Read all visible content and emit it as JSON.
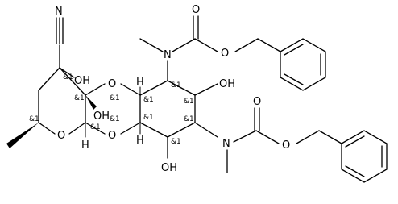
{
  "molecule": {
    "atoms": {
      "n_cyano": "N",
      "c_cyano": "C",
      "oh_top_left": "OH",
      "oh_center": "OH",
      "o_pyran": "O",
      "o_ring_upper": "O",
      "o_ring_lower": "O",
      "h_upper_fusion": "H",
      "h_lower_fusion": "H",
      "h_anomeric": "H",
      "n_upper": "N",
      "o_carbamate_upper_carbonyl": "O",
      "o_carbamate_upper_ester": "O",
      "oh_upper_right": "OH",
      "oh_bottom": "OH",
      "n_lower": "N",
      "o_carbamate_lower_carbonyl": "O",
      "o_carbamate_lower_ester": "O"
    },
    "stereo_labels": {
      "s1": "&1",
      "s2": "&1",
      "s3": "&1",
      "s4": "&1",
      "s5": "&1",
      "s6": "&1",
      "s7": "&1",
      "s8": "&1",
      "s9": "&1",
      "s10": "&1",
      "s11": "&1",
      "s12": "&1"
    }
  }
}
